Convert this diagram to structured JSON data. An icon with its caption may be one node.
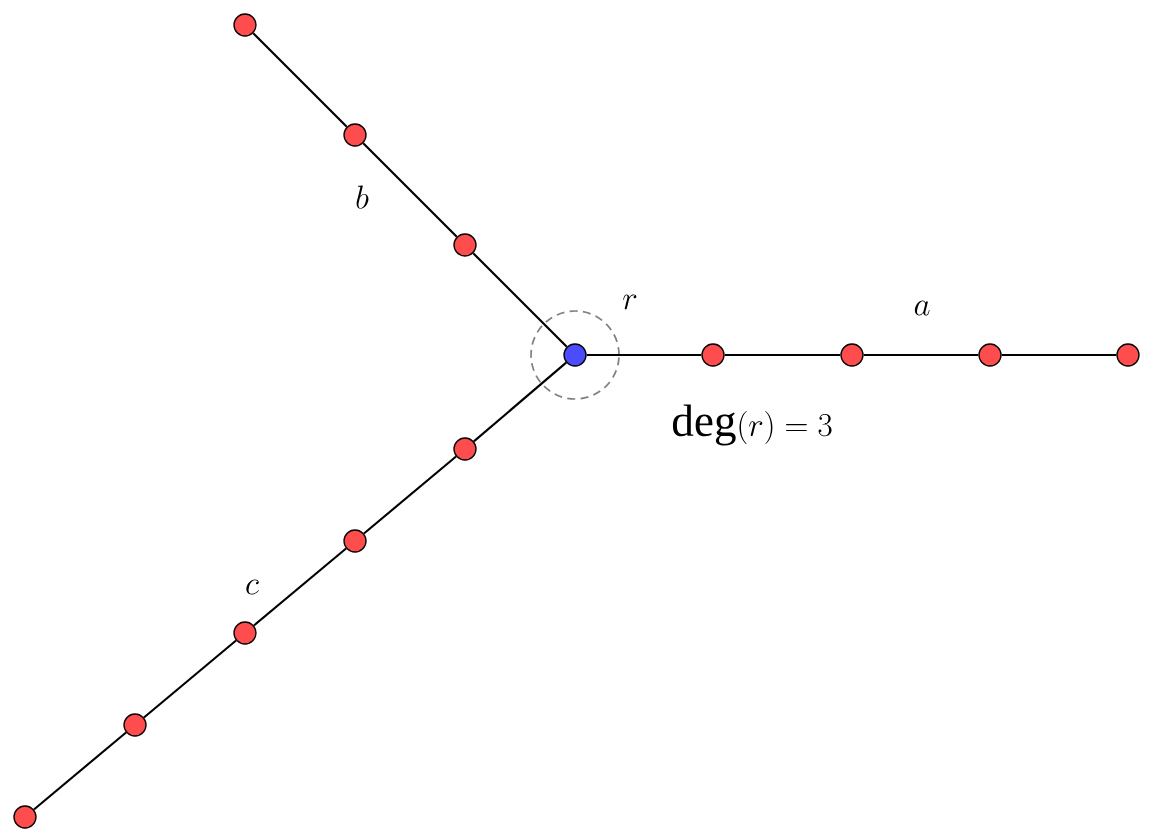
{
  "diagram": {
    "nodes": [
      {
        "text": [],
        "shape": "circle"
      },
      {
        "text": [],
        "shape": "circle"
      },
      {
        "text": [],
        "shape": "circle"
      },
      {
        "text": [],
        "shape": "circle",
        "beside": [
          "r"
        ]
      },
      {
        "text": [],
        "shape": "circle"
      },
      {
        "text": [],
        "shape": "circle"
      },
      {
        "text": [],
        "shape": "circle"
      },
      {
        "text": [],
        "shape": "circle"
      },
      {
        "text": [],
        "shape": "circle"
      },
      {
        "text": [],
        "shape": "circle"
      },
      {
        "text": [],
        "shape": "circle"
      },
      {
        "text": [],
        "shape": "circle"
      },
      {
        "text": [],
        "shape": "circle"
      }
    ],
    "edges": [
      {
        "from": 0,
        "to": 1,
        "arrow": "none"
      },
      {
        "from": 1,
        "to": 2,
        "arrow": "none"
      },
      {
        "from": 2,
        "to": 3,
        "arrow": "none"
      },
      {
        "from": 3,
        "to": 4,
        "arrow": "none"
      },
      {
        "from": 4,
        "to": 5,
        "arrow": "none"
      },
      {
        "from": 5,
        "to": 6,
        "arrow": "none"
      },
      {
        "from": 6,
        "to": 7,
        "arrow": "none"
      },
      {
        "from": 3,
        "to": 8,
        "arrow": "none"
      },
      {
        "from": 8,
        "to": 9,
        "arrow": "none"
      },
      {
        "from": 9,
        "to": 10,
        "arrow": "none"
      },
      {
        "from": 10,
        "to": 11,
        "arrow": "none"
      },
      {
        "from": 11,
        "to": 12,
        "arrow": "none"
      }
    ],
    "labels": [
      "b",
      "a",
      "\\deg(r) = 3",
      "c"
    ]
  }
}
